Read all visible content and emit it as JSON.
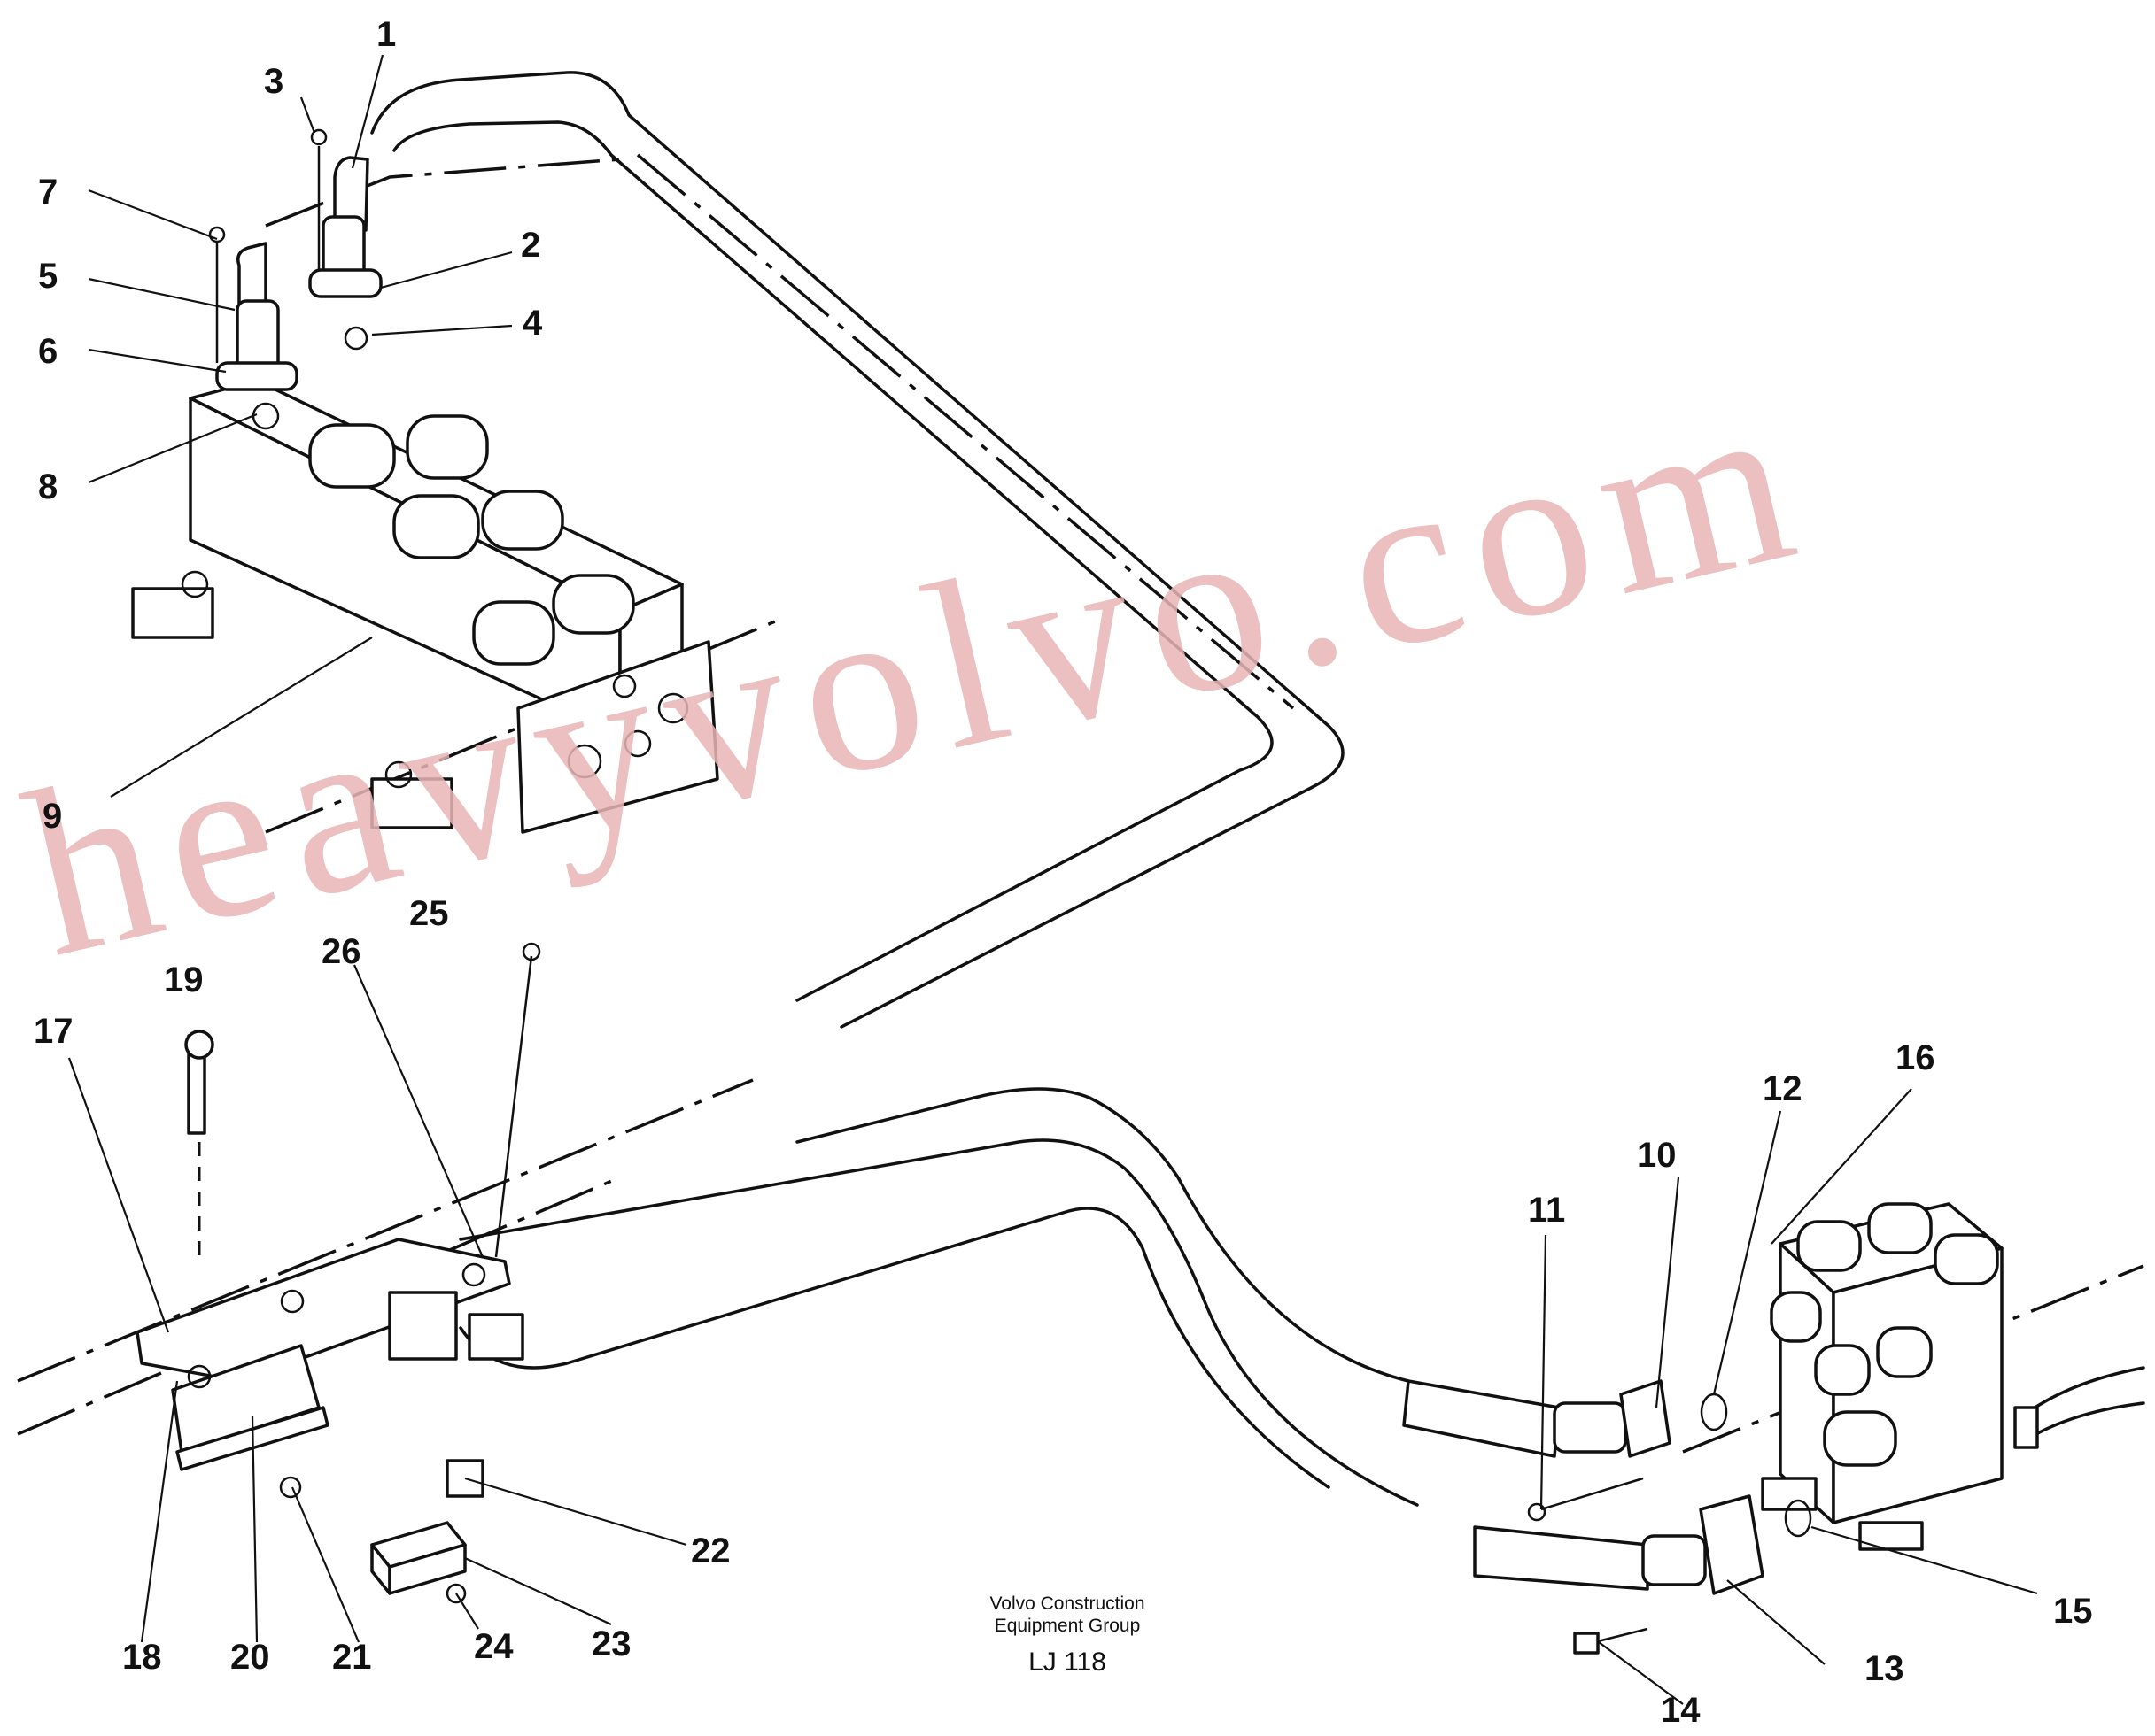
{
  "watermark": "heavyvolvo.com",
  "caption": {
    "line1": "Volvo Construction",
    "line2": "Equipment Group",
    "code": "LJ 118"
  },
  "callouts": {
    "c1": "1",
    "c2": "2",
    "c3": "3",
    "c4": "4",
    "c5": "5",
    "c6": "6",
    "c7": "7",
    "c8": "8",
    "c9": "9",
    "c10": "10",
    "c11": "11",
    "c12": "12",
    "c13": "13",
    "c14": "14",
    "c15": "15",
    "c16": "16",
    "c17": "17",
    "c18": "18",
    "c19": "19",
    "c20": "20",
    "c21": "21",
    "c22": "22",
    "c23": "23",
    "c24": "24",
    "c25": "25",
    "c26": "26"
  }
}
